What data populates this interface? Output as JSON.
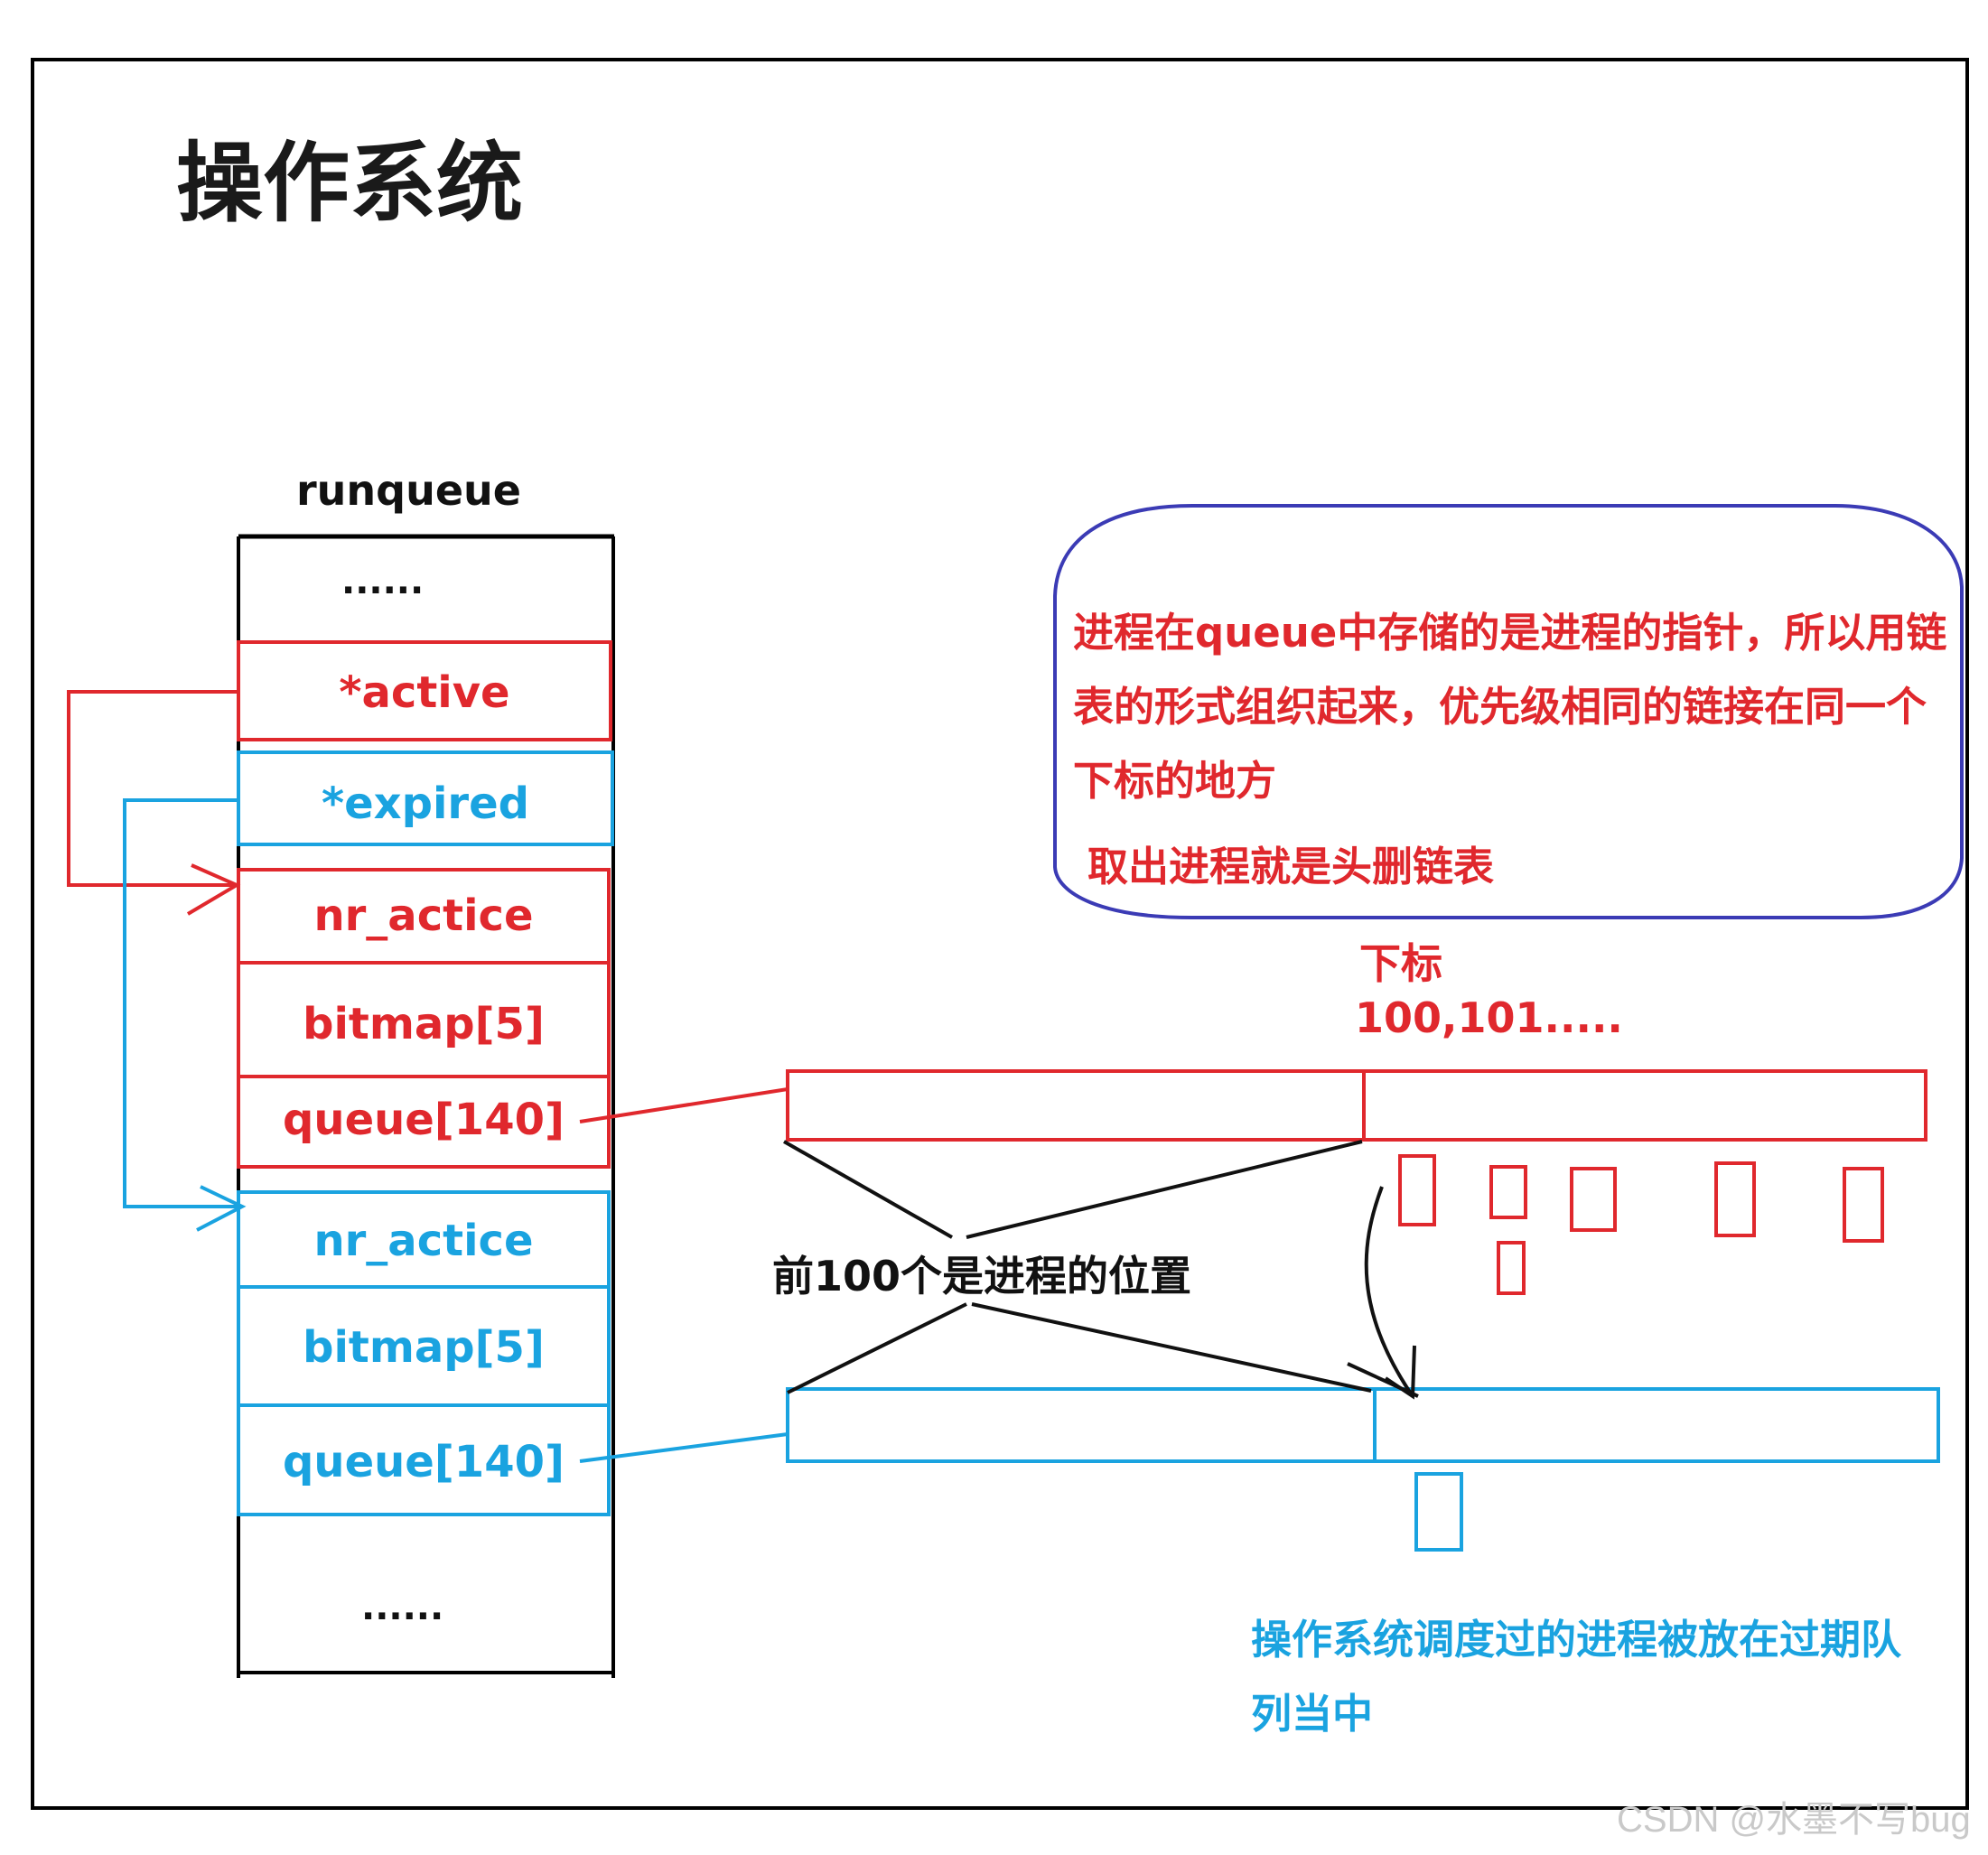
{
  "title": "操作系统",
  "runqueue": {
    "label": "runqueue",
    "top_ellipsis": "......",
    "bottom_ellipsis": "......",
    "active_ptr": "*active",
    "expired_ptr": "*expired",
    "active_group": {
      "nr": "nr_actice",
      "bitmap": "bitmap[5]",
      "queue": "queue[140]"
    },
    "expired_group": {
      "nr": "nr_actice",
      "bitmap": "bitmap[5]",
      "queue": "queue[140]"
    }
  },
  "bubble": {
    "line1": "进程在queue中存储的是进程的指针，所以用链表的形式组织起来，优先级相同的链接在同一个下标的地方",
    "line2": "取出进程就是头删链表"
  },
  "index_label": {
    "title": "下标",
    "values": "100,101....."
  },
  "first100_label": "前100个是进程的位置",
  "expired_note": "操作系统调度过的进程被放在过期队列当中",
  "watermark": "CSDN @水墨不写bug",
  "colors": {
    "red": "#e0282d",
    "blue": "#1aa3e0",
    "bubble_border": "#3b3bb5",
    "black": "#111111"
  }
}
